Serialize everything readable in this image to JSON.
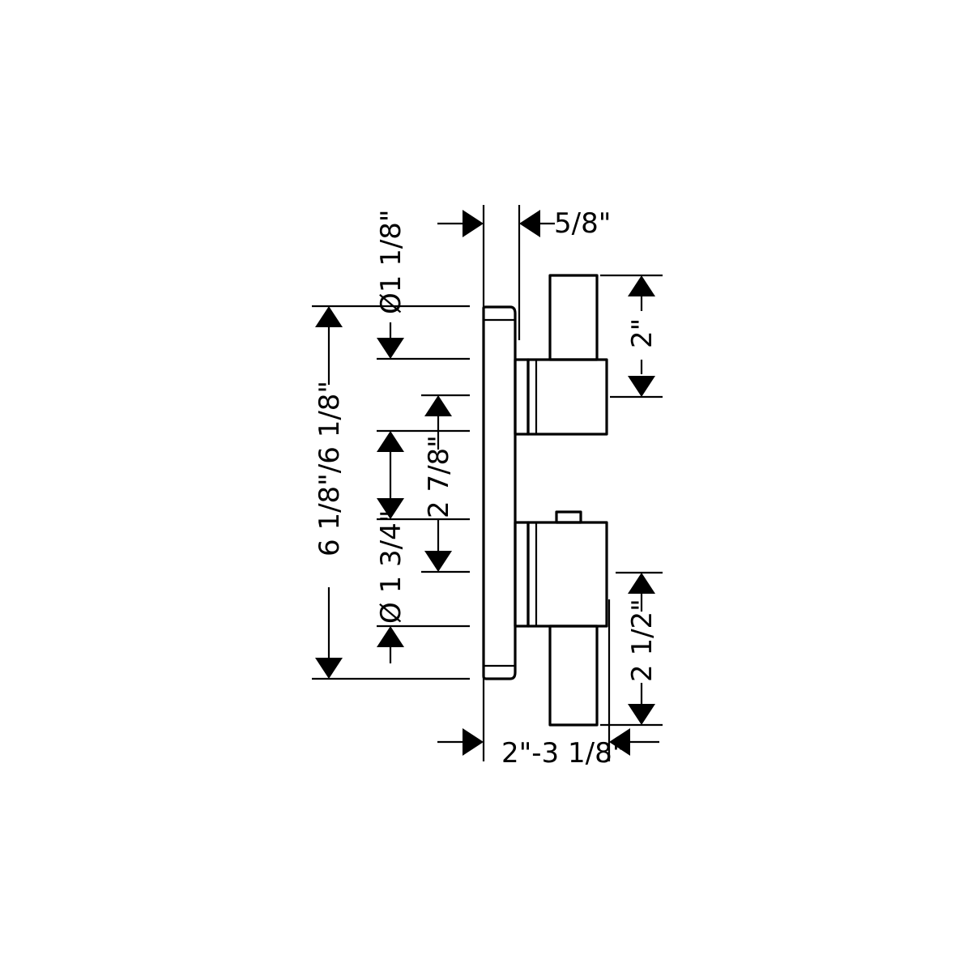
{
  "dimensions": {
    "trim_depth": "5/8\"",
    "upper_handle_length": "2\"",
    "lower_handle_length": "2 1/2\"",
    "overall_height": "6 1/8\"/6 1/8\"",
    "upper_diameter": "Ø1 1/8\"",
    "lower_diameter": "Ø 1 3/4\"",
    "center_spacing": "2 7/8\"",
    "handle_projection": "2\"-3 1/8\""
  }
}
